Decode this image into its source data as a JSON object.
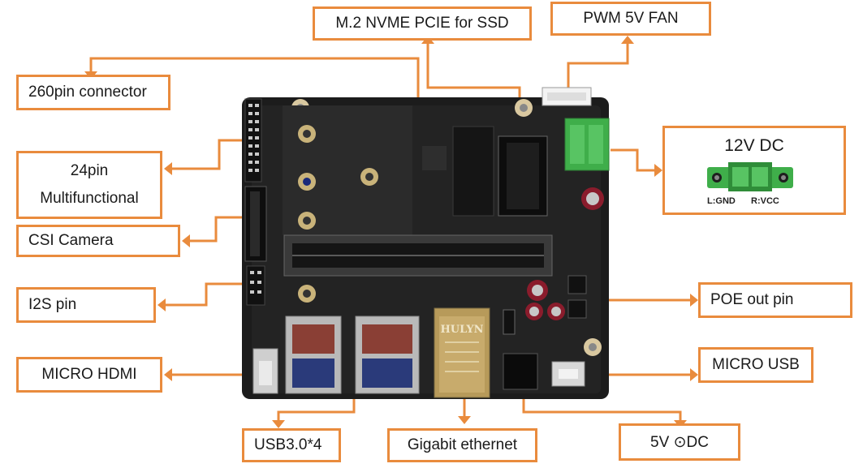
{
  "labels": {
    "m2_nvme": "M.2 NVME PCIE for SSD",
    "pwm_fan": "PWM 5V FAN",
    "conn_260": "260pin connector",
    "pin24_line1": "24pin",
    "pin24_line2": "Multifunctional",
    "csi_camera": "CSI Camera",
    "i2s_pin": "I2S pin",
    "micro_hdmi": "MICRO HDMI",
    "usb30": "USB3.0*4",
    "gigabit": "Gigabit ethernet",
    "dc5v": "5V ⊙DC",
    "micro_usb": "MICRO USB",
    "poe_out": "POE out pin"
  },
  "dc12": {
    "title": "12V DC",
    "gnd": "L:GND",
    "vcc": "R:VCC"
  },
  "board_text": {
    "eth_brand": "HULYN"
  },
  "colors": {
    "accent": "#e98b3d",
    "board": "#1c1c1c",
    "terminal_green": "#3fae4a"
  }
}
